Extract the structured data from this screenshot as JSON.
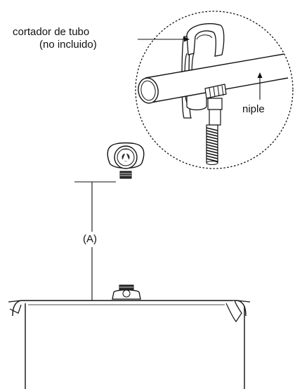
{
  "labels": {
    "pipe_cutter_line1": "cortador de tubo",
    "pipe_cutter_line2": "(no incluido)",
    "nipple": "niple",
    "dimension_a": "(A)"
  },
  "colors": {
    "stroke": "#111111",
    "background": "#ffffff",
    "cutter_fill": "#ffffff",
    "dark_part": "#2a2a2a"
  }
}
